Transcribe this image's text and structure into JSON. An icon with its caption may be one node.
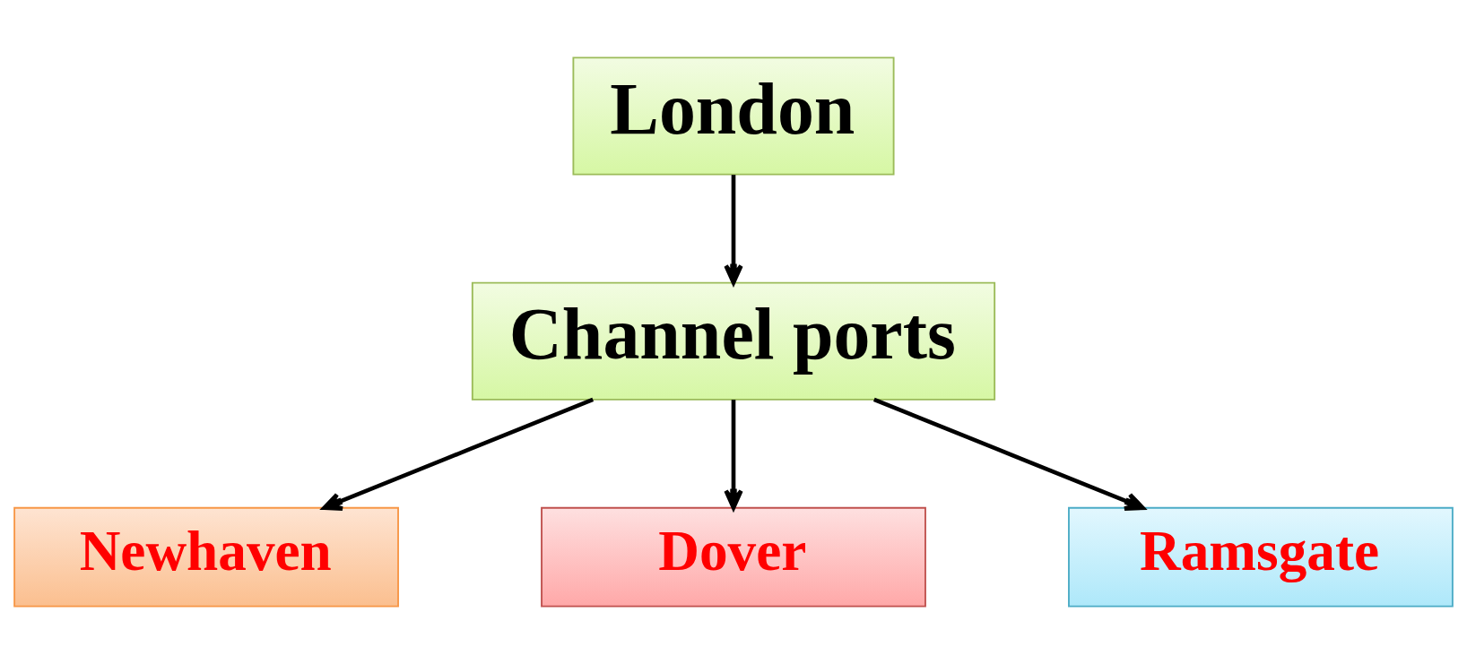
{
  "diagram": {
    "nodes": [
      {
        "text": [
          "London"
        ]
      },
      {
        "text": [
          "Channel ports"
        ]
      },
      {
        "text": [
          "Newhaven"
        ]
      },
      {
        "text": [
          "Dover"
        ]
      },
      {
        "text": [
          "Ramsgate"
        ]
      }
    ],
    "edges": [
      {
        "from": 0,
        "to": 1,
        "arrow": "to"
      },
      {
        "from": 1,
        "to": 2,
        "arrow": "to"
      },
      {
        "from": 1,
        "to": 3,
        "arrow": "to"
      },
      {
        "from": 1,
        "to": 4,
        "arrow": "to"
      }
    ]
  }
}
